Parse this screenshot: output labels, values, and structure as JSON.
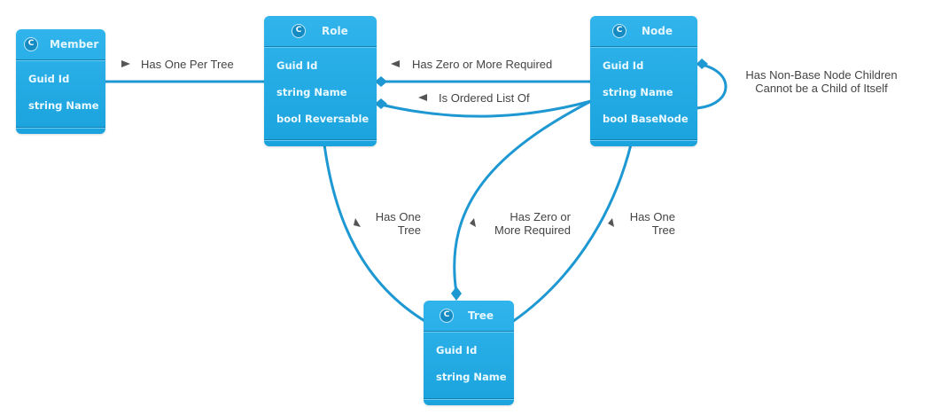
{
  "classes": {
    "member": {
      "badge": "C",
      "name": "Member",
      "attrs": [
        "Guid Id",
        "string Name"
      ]
    },
    "role": {
      "badge": "C",
      "name": "Role",
      "attrs": [
        "Guid Id",
        "string Name",
        "bool Reversable"
      ]
    },
    "node": {
      "badge": "C",
      "name": "Node",
      "attrs": [
        "Guid Id",
        "string Name",
        "bool BaseNode"
      ]
    },
    "tree": {
      "badge": "C",
      "name": "Tree",
      "attrs": [
        "Guid Id",
        "string Name"
      ]
    }
  },
  "relations": {
    "member_role": "Has One Per Tree",
    "node_role_1": "Has Zero or More Required",
    "node_role_2": "Is Ordered List Of",
    "node_self_line1": "Has Non-Base Node Children",
    "node_self_line2": "Cannot be a Child of Itself",
    "role_tree_line1": "Has One",
    "role_tree_line2": "Tree",
    "node_tree_req_line1": "Has Zero or",
    "node_tree_req_line2": "More Required",
    "node_tree_line1": "Has One",
    "node_tree_line2": "Tree"
  },
  "colors": {
    "class_fill": "#1fa8e0",
    "edge": "#1e98d2",
    "label_text": "#444444"
  }
}
